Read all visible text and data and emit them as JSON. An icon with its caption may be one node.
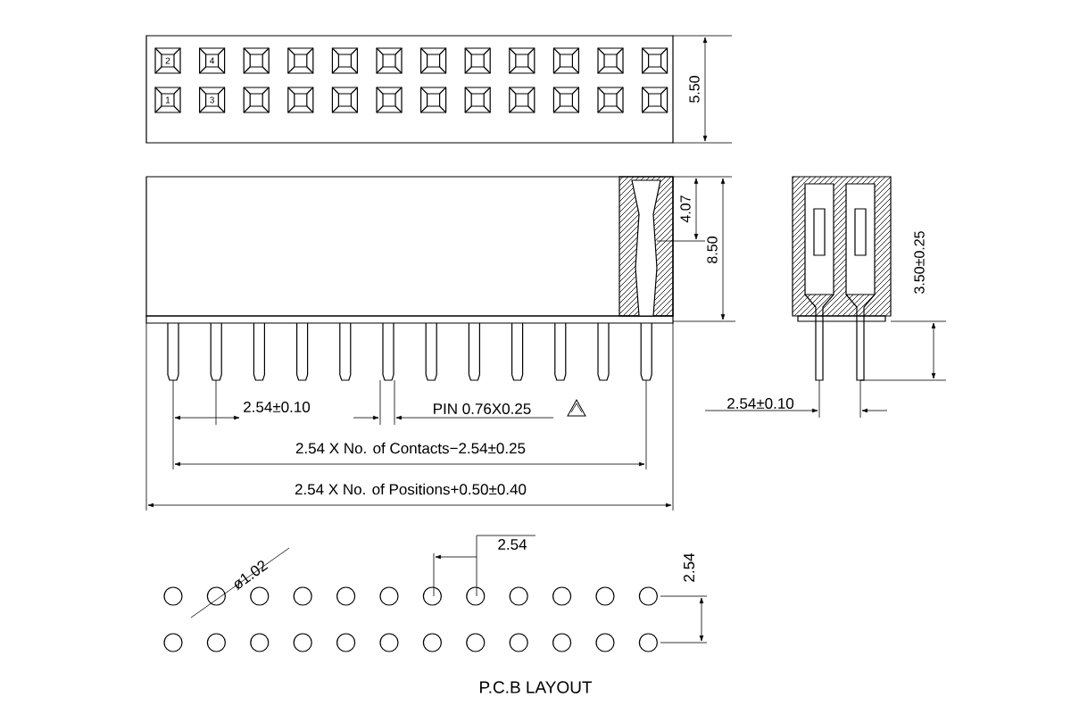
{
  "diagram": {
    "labels": [
      "2",
      "4",
      "1",
      "3",
      "5.50",
      "4.07",
      "8.50",
      "3.50±0.25",
      "2.54±0.10",
      "PIN 0.76X0.25",
      "2.54±0.10",
      "2.54 X No. of Contacts−2.54±0.25",
      "2.54 X No. of Positions+0.50±0.40",
      "ø1.02",
      "2.54",
      "2.54",
      "P.C.B LAYOUT"
    ]
  }
}
